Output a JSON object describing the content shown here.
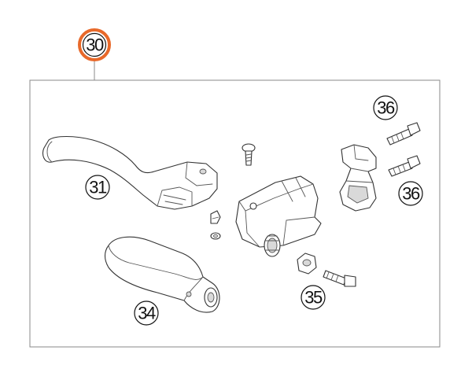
{
  "callouts": {
    "assembly": "30",
    "lever": "31",
    "lever_cover": "34",
    "nut": "35",
    "bolt_upper": "36",
    "bolt_lower": "36"
  },
  "colors": {
    "assembly_ring": "#e8692a",
    "frame": "#888888",
    "line": "#333333"
  }
}
